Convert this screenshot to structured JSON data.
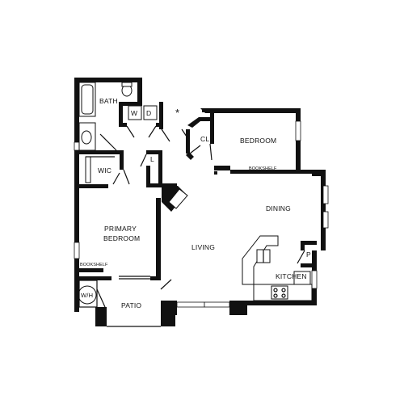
{
  "plan": {
    "rooms": {
      "bath": "BATH",
      "washer": "W",
      "dryer": "D",
      "bedroom": "BEDROOM",
      "closet": "CL",
      "wic": "WIC",
      "linen": "L",
      "primary_line1": "PRIMARY",
      "primary_line2": "BEDROOM",
      "dining": "DINING",
      "living": "LIVING",
      "pantry": "P",
      "kitchen": "KITCHEN",
      "patio": "PATIO",
      "water_heater": "W/H"
    },
    "labels": {
      "bookshelf_bedroom": "BOOKSHELF",
      "bookshelf_primary": "BOOKSHELF",
      "asterisk": "*"
    }
  }
}
